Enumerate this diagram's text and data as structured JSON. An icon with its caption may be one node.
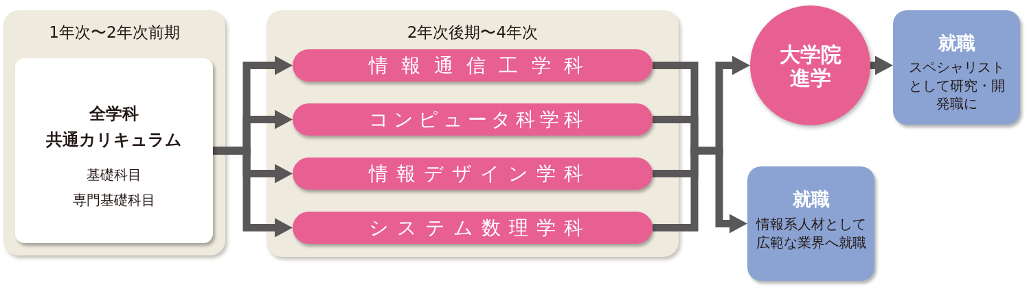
{
  "diagram": {
    "nodes": [
      {
        "text": [
          "1年次〜2年次前期"
        ]
      },
      {
        "text": [
          "全学科共通カリキュラム",
          "基礎科目",
          "専門基礎科目"
        ],
        "in": 0
      },
      {
        "text": [
          "2年次後期〜4年次"
        ]
      },
      {
        "text": [
          "情報通信工学科"
        ],
        "in": 2
      },
      {
        "text": [
          "コンピュータ科学科"
        ],
        "in": 2
      },
      {
        "text": [
          "情報デザイン学科"
        ],
        "in": 2
      },
      {
        "text": [
          "システム数理学科"
        ],
        "in": 2
      },
      {
        "text": [
          "大学院進学"
        ]
      },
      {
        "text": [
          "就職",
          "スペシャリストとして研究・開発職に"
        ]
      },
      {
        "text": [
          "就職",
          "情報系人材として広範な業界へ就職"
        ]
      }
    ],
    "edges": [
      {
        "from": 1,
        "to": 3,
        "arrow": "to"
      },
      {
        "from": 1,
        "to": 4,
        "arrow": "to"
      },
      {
        "from": 1,
        "to": 5,
        "arrow": "to"
      },
      {
        "from": 1,
        "to": 6,
        "arrow": "to"
      },
      {
        "from": 3,
        "to": 7,
        "arrow": "to"
      },
      {
        "from": 4,
        "to": 7,
        "arrow": "to"
      },
      {
        "from": 5,
        "to": 7,
        "arrow": "to"
      },
      {
        "from": 6,
        "to": 7,
        "arrow": "to"
      },
      {
        "from": 3,
        "to": 9,
        "arrow": "to"
      },
      {
        "from": 4,
        "to": 9,
        "arrow": "to"
      },
      {
        "from": 5,
        "to": 9,
        "arrow": "to"
      },
      {
        "from": 6,
        "to": 9,
        "arrow": "to"
      },
      {
        "from": 7,
        "to": 8,
        "arrow": "to"
      }
    ]
  }
}
